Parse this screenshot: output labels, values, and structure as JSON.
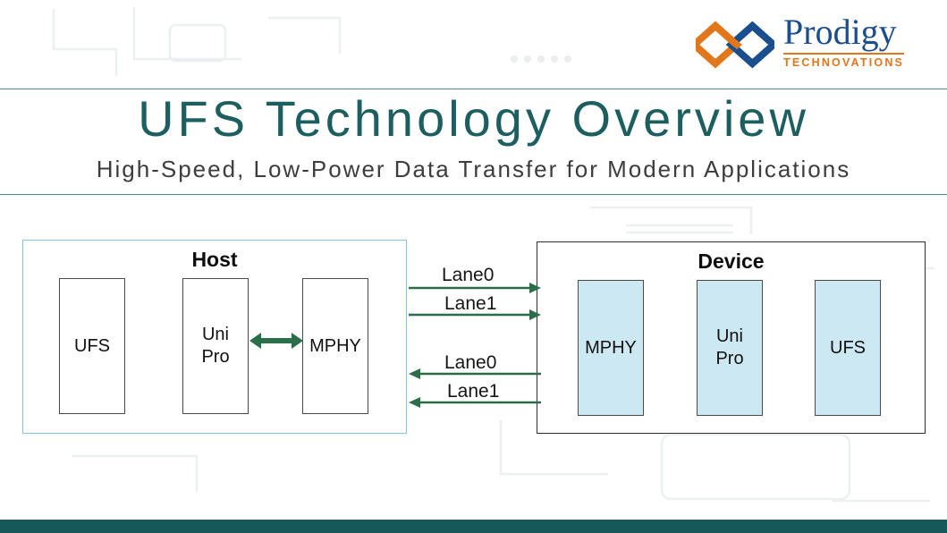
{
  "logo": {
    "brand": "Prodigy",
    "tagline": "TECHNOVATIONS"
  },
  "header": {
    "title": "UFS Technology Overview",
    "subtitle": "High-Speed, Low-Power Data Transfer for Modern Applications"
  },
  "host": {
    "label": "Host",
    "blocks": [
      {
        "label": "UFS"
      },
      {
        "label": "Uni Pro"
      },
      {
        "label": "MPHY"
      }
    ]
  },
  "device": {
    "label": "Device",
    "blocks": [
      {
        "label": "MPHY"
      },
      {
        "label": "Uni Pro"
      },
      {
        "label": "UFS"
      }
    ]
  },
  "lanes": {
    "host_to_device": [
      {
        "label": "Lane0"
      },
      {
        "label": "Lane1"
      }
    ],
    "device_to_host": [
      {
        "label": "Lane0"
      },
      {
        "label": "Lane1"
      }
    ]
  },
  "colors": {
    "title_teal": "#1d5f60",
    "arrow_green": "#2b6e4a",
    "device_block_fill": "#cce8f2",
    "host_border": "#85c2dc",
    "footer_bar": "#17585a",
    "logo_blue": "#1b4e8e",
    "logo_orange": "#e2761b"
  }
}
